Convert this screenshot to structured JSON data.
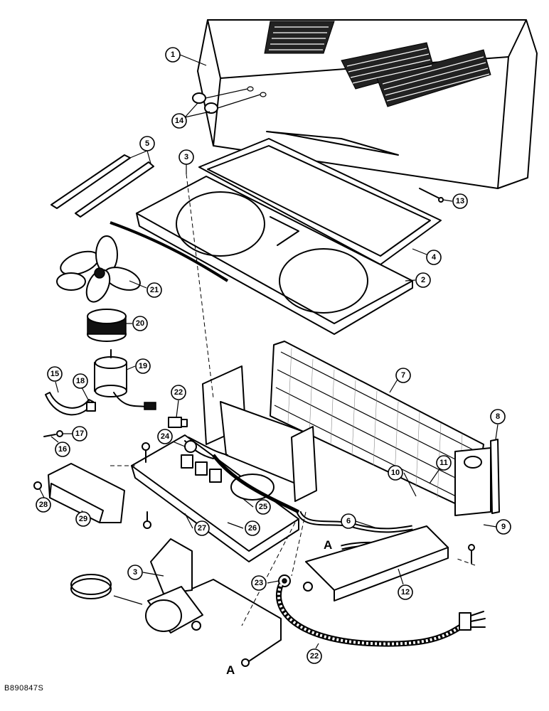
{
  "figure_id": "B890847S",
  "reference_letters": [
    "A",
    "A"
  ],
  "callouts": [
    {
      "n": "1"
    },
    {
      "n": "14"
    },
    {
      "n": "5"
    },
    {
      "n": "3"
    },
    {
      "n": "13"
    },
    {
      "n": "4"
    },
    {
      "n": "2"
    },
    {
      "n": "21"
    },
    {
      "n": "20"
    },
    {
      "n": "19"
    },
    {
      "n": "15"
    },
    {
      "n": "18"
    },
    {
      "n": "17"
    },
    {
      "n": "16"
    },
    {
      "n": "22"
    },
    {
      "n": "7"
    },
    {
      "n": "8"
    },
    {
      "n": "24"
    },
    {
      "n": "11"
    },
    {
      "n": "10"
    },
    {
      "n": "28"
    },
    {
      "n": "29"
    },
    {
      "n": "25"
    },
    {
      "n": "26"
    },
    {
      "n": "27"
    },
    {
      "n": "6"
    },
    {
      "n": "9"
    },
    {
      "n": "3"
    },
    {
      "n": "23"
    },
    {
      "n": "12"
    },
    {
      "n": "22"
    }
  ]
}
